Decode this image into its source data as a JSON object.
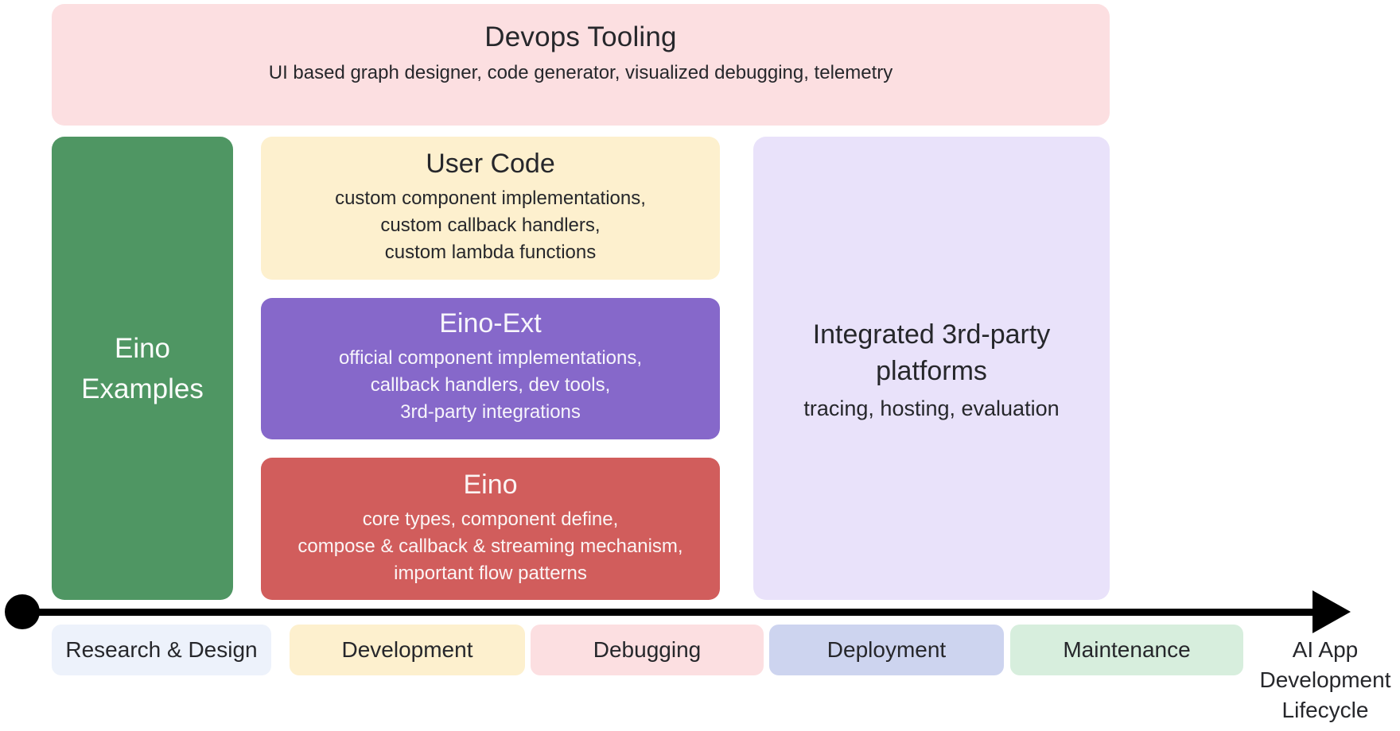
{
  "diagram": {
    "devops_tooling": {
      "title": "Devops Tooling",
      "subtitle": "UI based graph designer, code generator, visualized debugging, telemetry"
    },
    "eino_examples": {
      "title_line1": "Eino",
      "title_line2": "Examples"
    },
    "user_code": {
      "title": "User Code",
      "line1": "custom component implementations,",
      "line2": "custom callback handlers,",
      "line3": "custom lambda functions"
    },
    "eino_ext": {
      "title": "Eino-Ext",
      "line1": "official component implementations,",
      "line2": "callback handlers, dev tools,",
      "line3": "3rd-party integrations"
    },
    "eino_core": {
      "title": "Eino",
      "line1": "core types, component define,",
      "line2": "compose & callback & streaming mechanism,",
      "line3": "important flow patterns"
    },
    "integrated_platforms": {
      "title_line1": "Integrated 3rd-party",
      "title_line2": "platforms",
      "subtitle": "tracing, hosting, evaluation"
    },
    "lifecycle": {
      "stages": [
        {
          "label": "Research & Design",
          "color": "#edf2fb"
        },
        {
          "label": "Development",
          "color": "#fdf0ce"
        },
        {
          "label": "Debugging",
          "color": "#fcdfe1"
        },
        {
          "label": "Deployment",
          "color": "#cdd4ef"
        },
        {
          "label": "Maintenance",
          "color": "#d7eedd"
        }
      ],
      "axis_label_line1": "AI App",
      "axis_label_line2": "Development",
      "axis_label_line3": "Lifecycle"
    },
    "colors": {
      "devops_bg": "#fcdfe1",
      "eino_examples_bg": "#4f9663",
      "user_code_bg": "#fdf0ce",
      "eino_ext_bg": "#8668ca",
      "eino_core_bg": "#d15d5c",
      "integrated_bg": "#e9e2fa",
      "axis": "#000000",
      "text_dark": "#26272b",
      "text_light": "#fcfcfc"
    }
  }
}
